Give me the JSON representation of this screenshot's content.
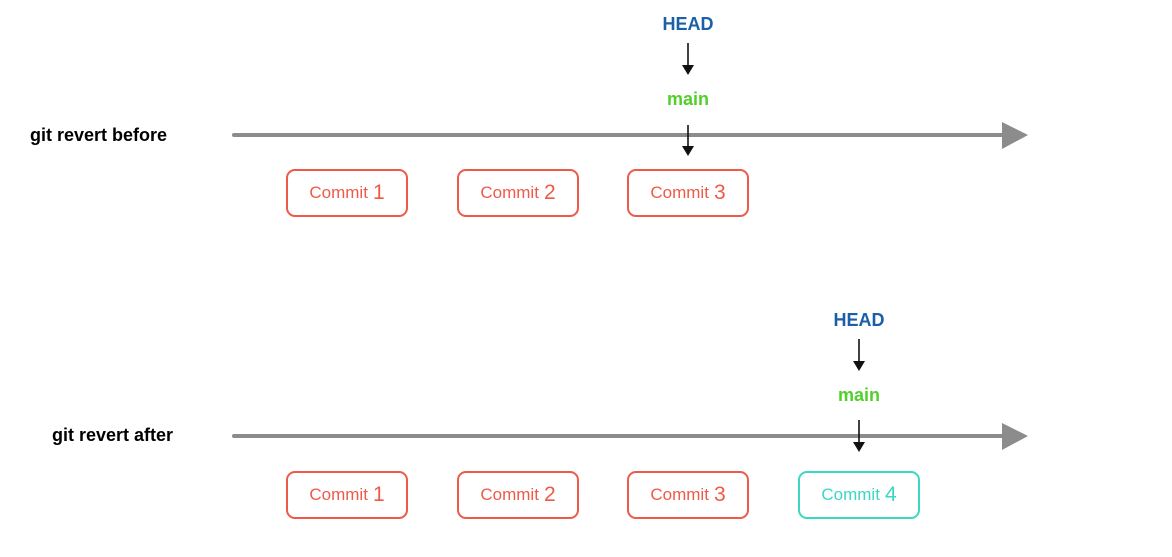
{
  "rows": [
    {
      "label": "git revert before",
      "head_label": "HEAD",
      "branch_label": "main",
      "commits": [
        {
          "word": "Commit",
          "num": "1"
        },
        {
          "word": "Commit",
          "num": "2"
        },
        {
          "word": "Commit",
          "num": "3"
        }
      ]
    },
    {
      "label": "git revert after",
      "head_label": "HEAD",
      "branch_label": "main",
      "commits": [
        {
          "word": "Commit",
          "num": "1"
        },
        {
          "word": "Commit",
          "num": "2"
        },
        {
          "word": "Commit",
          "num": "3"
        },
        {
          "word": "Commit",
          "num": "4"
        }
      ]
    }
  ],
  "colors": {
    "head": "#1a5fa8",
    "branch": "#52cf2b",
    "commit_existing": "#ef5a48",
    "commit_new": "#3ad8c2",
    "timeline": "#8c8c8c",
    "pointer_arrow": "#111111"
  }
}
